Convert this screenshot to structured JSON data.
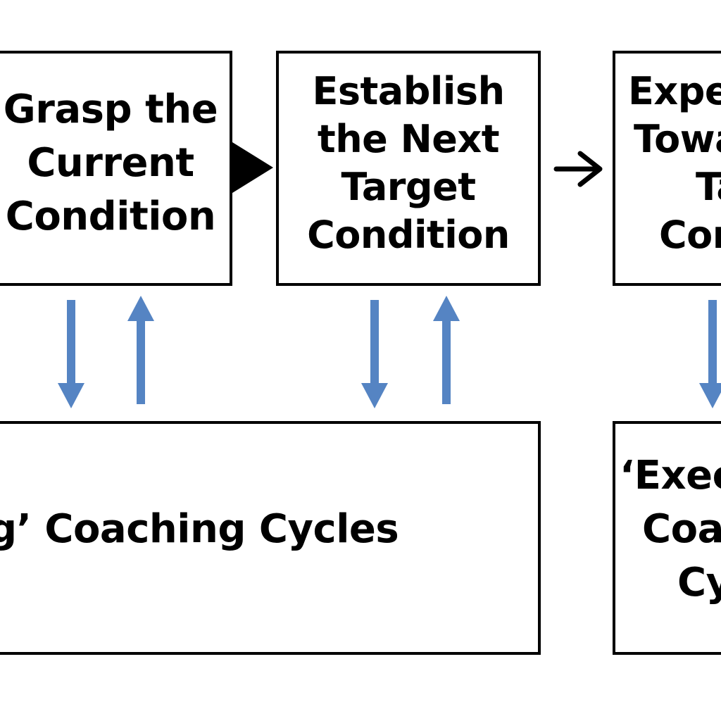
{
  "colors": {
    "box_border": "#000000",
    "flow_arrow": "#000000",
    "coaching_arrow": "#5584C3",
    "background": "#ffffff"
  },
  "boxes": {
    "grasp": {
      "lines": [
        "Grasp the",
        "Current",
        "Condition"
      ]
    },
    "establish": {
      "lines": [
        "Establish",
        "the Next",
        "Target",
        "Condition"
      ]
    },
    "experiment": {
      "lines": [
        "Expe",
        "Towa",
        "Ta",
        "Con"
      ]
    },
    "planning_coaching": {
      "lines": [
        "g’ Coaching Cycles"
      ]
    },
    "executing_coaching": {
      "lines": [
        "‘Exec",
        "Coa",
        "Cy"
      ]
    }
  },
  "icons": {
    "flow_arrow_1": "triangle-arrow-right-icon",
    "flow_arrow_2": "chevron-arrow-right-icon",
    "coaching_down": "arrow-down-icon",
    "coaching_up": "arrow-up-icon"
  }
}
